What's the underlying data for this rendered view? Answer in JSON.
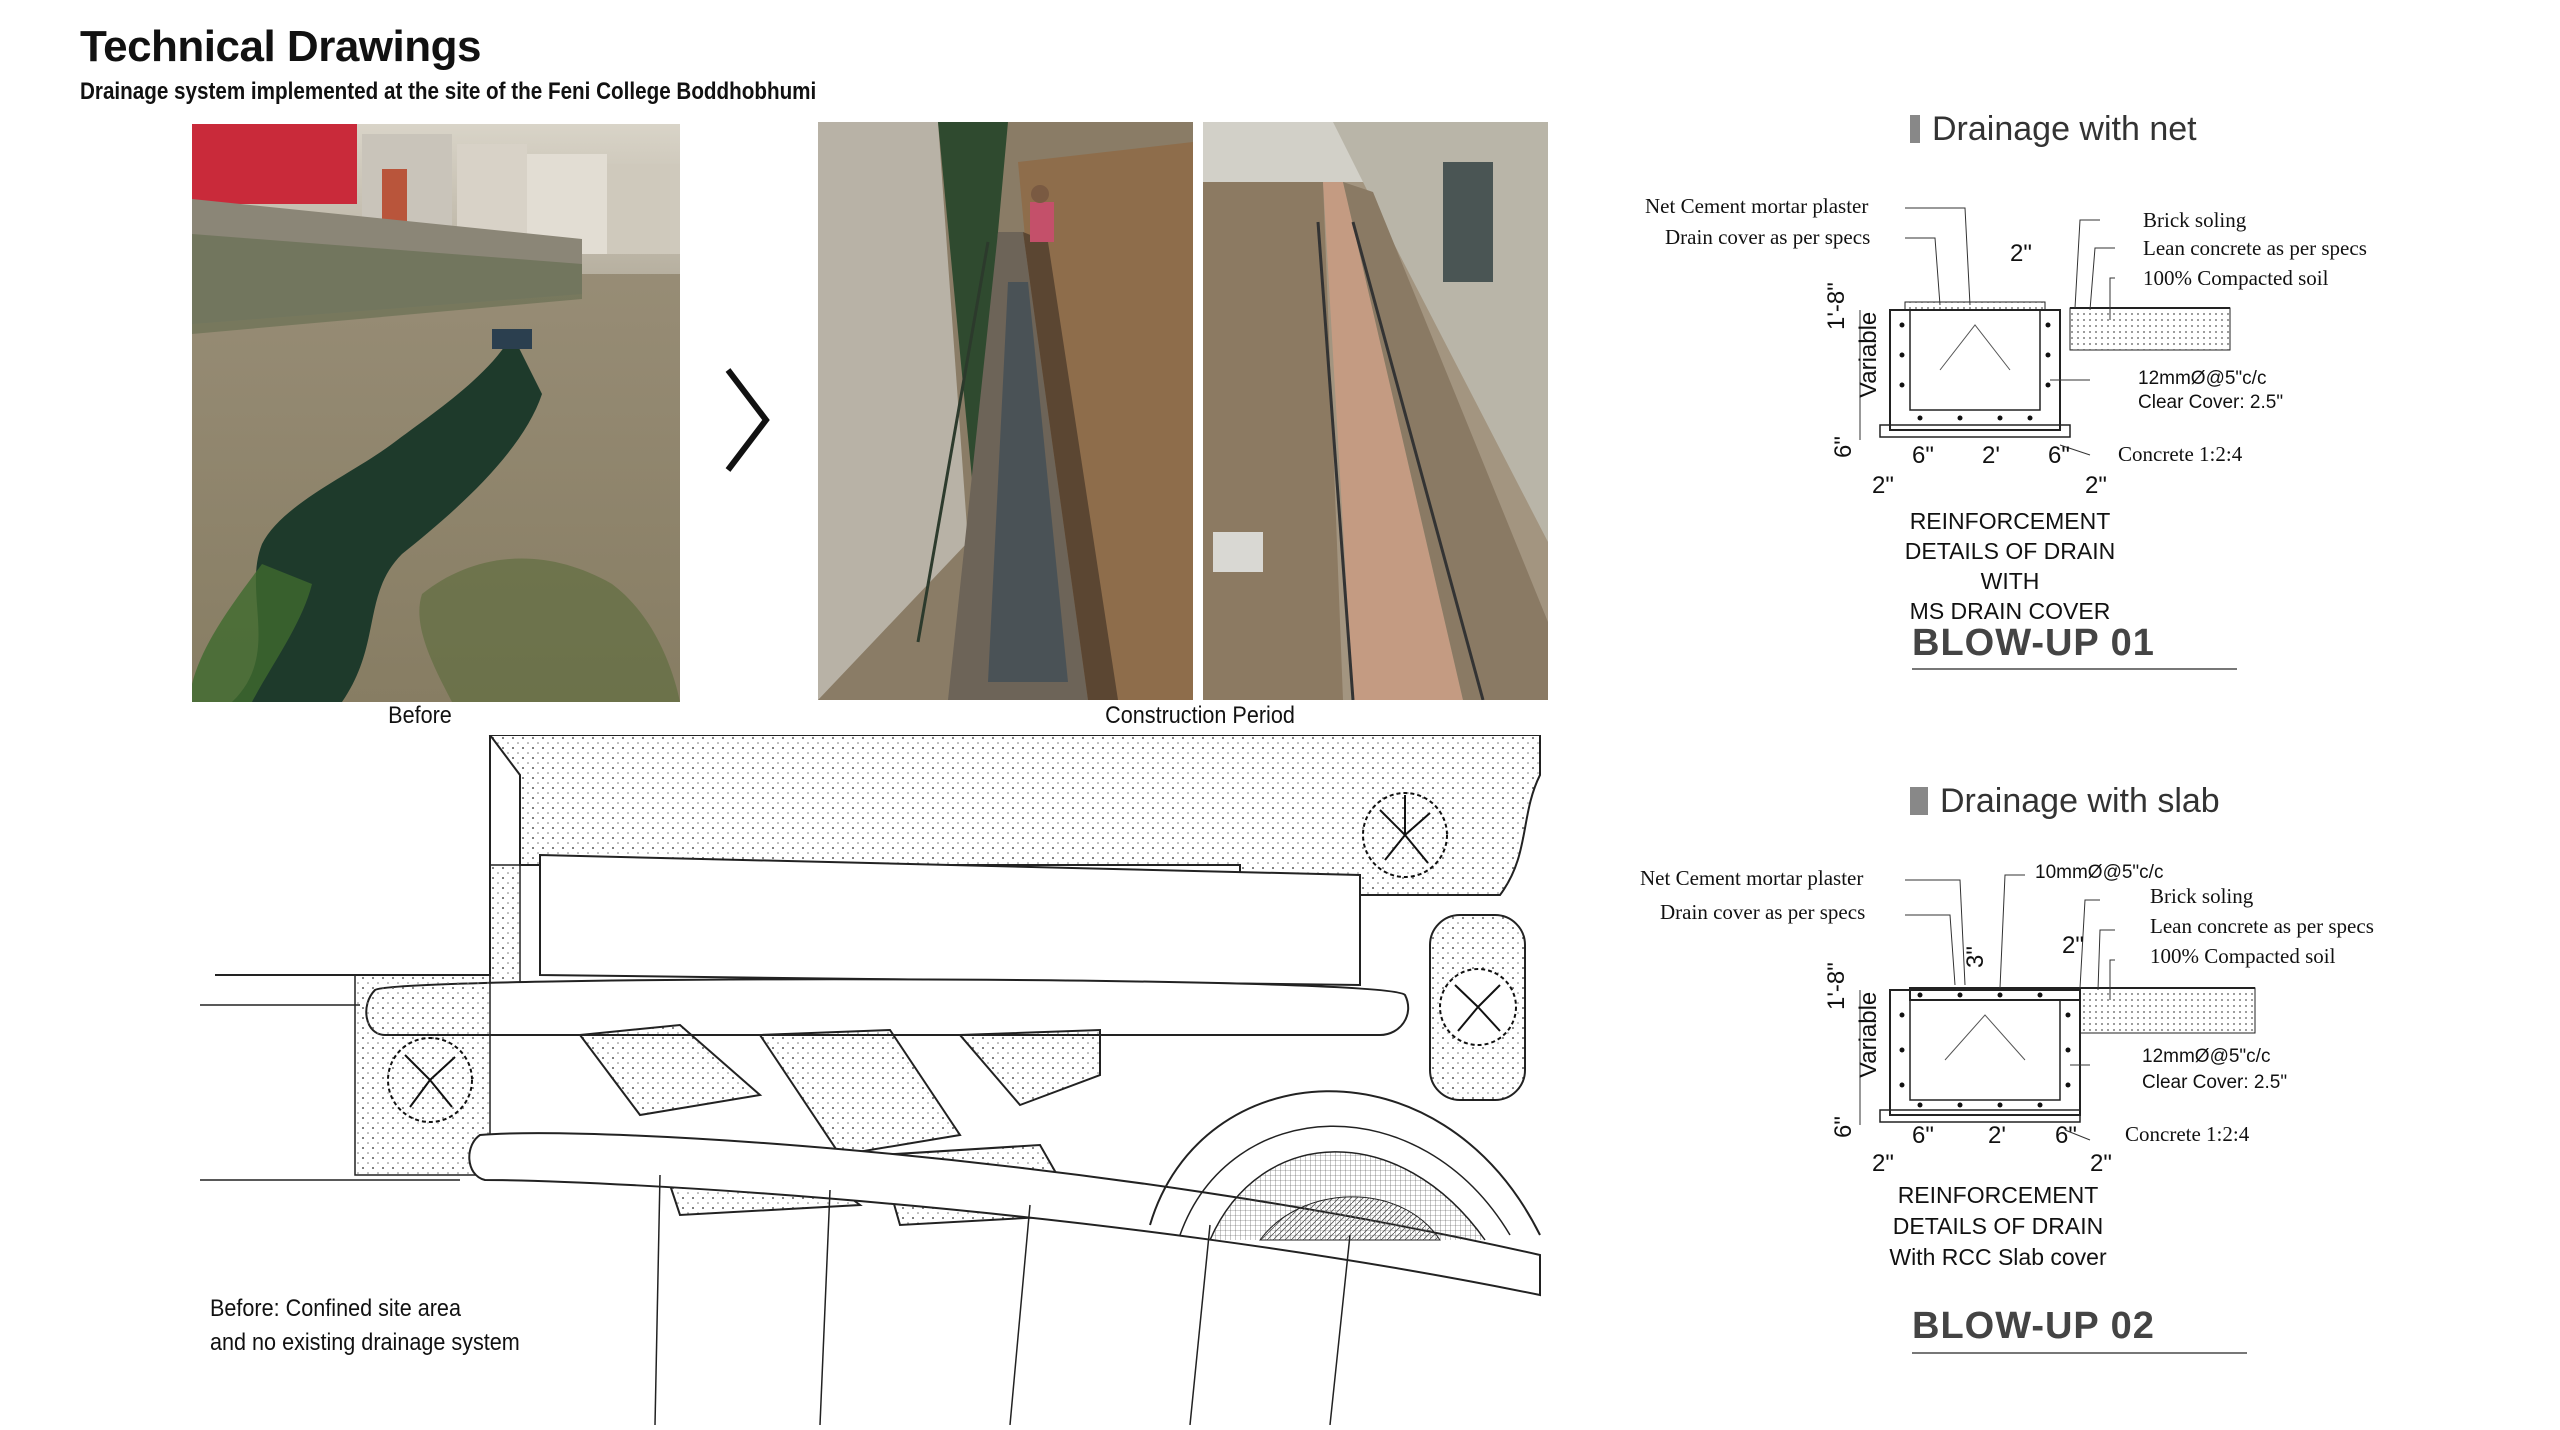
{
  "header": {
    "title": "Technical Drawings",
    "subtitle": "Drainage system implemented at the site of the Feni College Boddhobhumi"
  },
  "photos": {
    "before_caption": "Before",
    "arrow_glyph": "›",
    "construction_caption": "Construction Period"
  },
  "plan": {
    "note_line1": "Before: Confined site area",
    "note_line2": "and no existing drainage system"
  },
  "detail1": {
    "section_title": "Drainage with net",
    "labels": {
      "net_plaster": "Net Cement mortar plaster",
      "drain_cover": "Drain cover as per specs",
      "brick_soling": "Brick soling",
      "lean_concrete": "Lean concrete as per specs",
      "compacted_soil": "100% Compacted soil",
      "top_dim": "2\"",
      "height": "1'-8\"",
      "variable": "Variable",
      "bottom_dim": "6\"",
      "rebar": "12mmØ@5\"c/c",
      "clear_cover": "Clear Cover: 2.5\"",
      "concrete": "Concrete 1:2:4",
      "w1": "6\"",
      "w2": "2'",
      "w3": "6\"",
      "b1": "2\"",
      "b2": "2\""
    },
    "caption_lines": [
      "REINFORCEMENT",
      "DETAILS OF DRAIN WITH",
      "MS DRAIN COVER"
    ],
    "blowup": "BLOW-UP 01"
  },
  "detail2": {
    "section_title": "Drainage with slab",
    "labels": {
      "net_plaster": "Net Cement mortar plaster",
      "drain_cover": "Drain cover as per specs",
      "top_rebar": "10mmØ@5\"c/c",
      "brick_soling": "Brick soling",
      "lean_concrete": "Lean concrete as per specs",
      "compacted_soil": "100% Compacted soil",
      "top_dim_a": "3\"",
      "top_dim_b": "2\"",
      "height": "1'-8\"",
      "variable": "Variable",
      "bottom_dim": "6\"",
      "rebar": "12mmØ@5\"c/c",
      "clear_cover": "Clear Cover: 2.5\"",
      "concrete": "Concrete 1:2:4",
      "w1": "6\"",
      "w2": "2'",
      "w3": "6\"",
      "b1": "2\"",
      "b2": "2\""
    },
    "caption_lines": [
      "REINFORCEMENT",
      "DETAILS OF DRAIN",
      "With RCC Slab cover"
    ],
    "blowup": "BLOW-UP 02"
  }
}
